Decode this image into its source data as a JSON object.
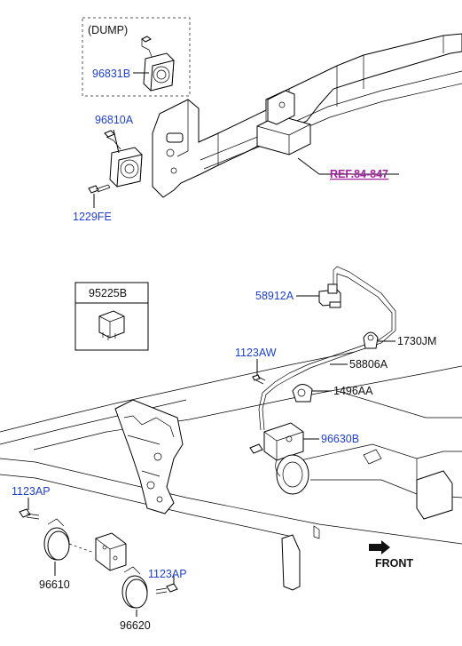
{
  "labels": {
    "dump": "(DUMP)",
    "p96831B": "96831B",
    "p96810A": "96810A",
    "p1229FE": "1229FE",
    "ref": "REF.84-847",
    "p95225B": "95225B",
    "p58912A": "58912A",
    "p1730JM": "1730JM",
    "p1123AW": "1123AW",
    "p58806A": "58806A",
    "p1496AA": "1496AA",
    "p96630B": "96630B",
    "p1123AP_left": "1123AP",
    "p1123AP_right": "1123AP",
    "p96610": "96610",
    "p96620": "96620",
    "front": "FRONT"
  },
  "colors": {
    "part_number": "#1f3fd0",
    "reference": "#a020a0",
    "line": "#000000"
  },
  "icons": [
    "front-arrow-icon"
  ]
}
